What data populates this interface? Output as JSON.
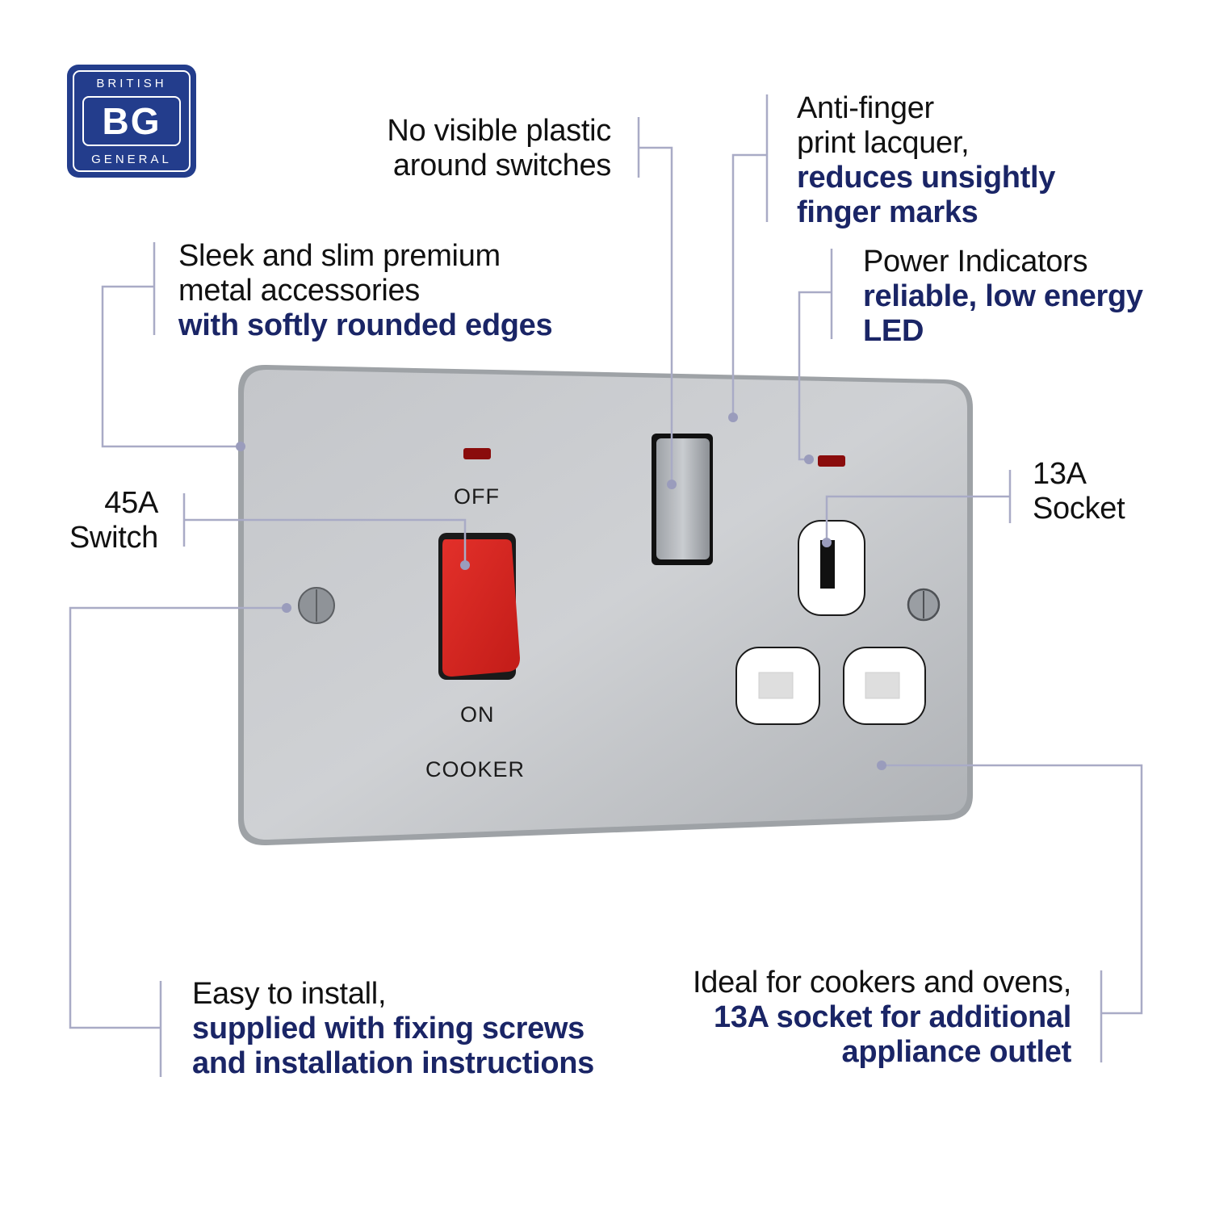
{
  "brand": {
    "top": "BRITISH",
    "mark": "BG",
    "bottom": "GENERAL",
    "color": "#233d8c"
  },
  "callouts": {
    "no_plastic": {
      "line1": "No visible plastic",
      "line2": "around switches"
    },
    "anti_finger": {
      "line1": "Anti-finger",
      "line2": "print lacquer,",
      "bold1": "reduces unsightly",
      "bold2": "finger marks"
    },
    "sleek": {
      "line1": "Sleek and slim premium",
      "line2": "metal accessories",
      "bold1": "with softly rounded edges"
    },
    "power": {
      "line1": "Power Indicators",
      "bold1": "reliable, low energy",
      "bold2": "LED"
    },
    "switch_45a": {
      "line1": "45A",
      "line2": "Switch"
    },
    "socket_13a": {
      "line1": "13A",
      "line2": "Socket"
    },
    "install": {
      "line1": "Easy to install,",
      "bold1": "supplied with fixing screws",
      "bold2": "and installation instructions"
    },
    "ideal": {
      "line1": "Ideal for cookers and ovens,",
      "bold1": "13A socket for additional",
      "bold2": "appliance outlet"
    }
  },
  "plate": {
    "label_off": "OFF",
    "label_on": "ON",
    "label_cooker": "COOKER"
  },
  "colors": {
    "accent_text": "#1a2566",
    "callout_line": "#a9abc6",
    "switch_red": "#d8231f",
    "led_red": "#8a0c0c",
    "plate": "#b9bcc0"
  }
}
